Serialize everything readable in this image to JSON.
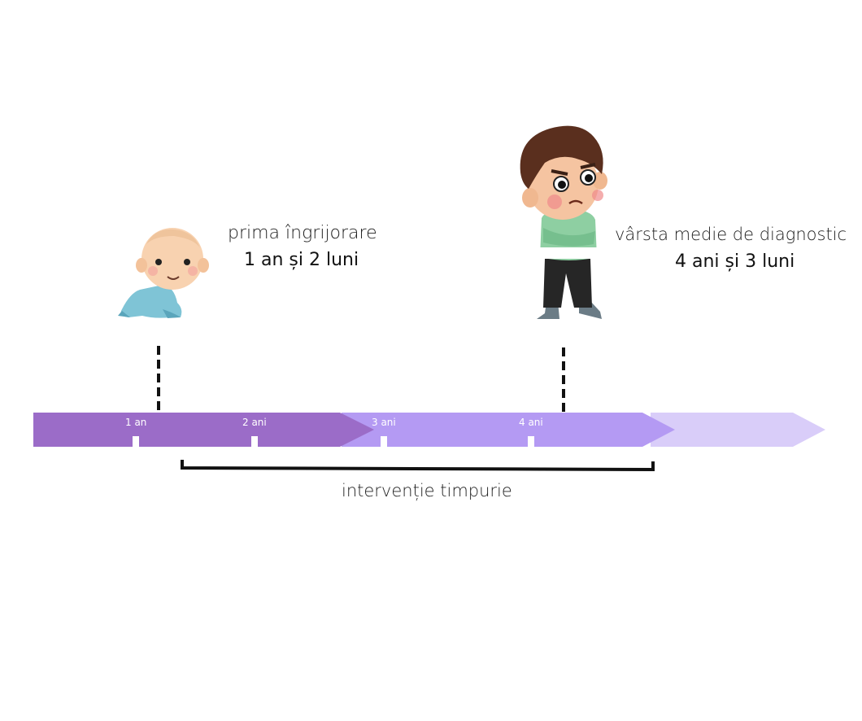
{
  "first_concern": {
    "label": "prima îngrijorare",
    "value": "1 an și 2 luni"
  },
  "diagnosis": {
    "label": "vârsta medie de diagnostic",
    "value": "4 ani și 3 luni"
  },
  "timeline": {
    "ticks": [
      "1 an",
      "2 ani",
      "3 ani",
      "4 ani"
    ],
    "bracket_label": "intervenție timpurie",
    "colors": {
      "segment1": "#9b6cc8",
      "segment2": "#b49af3",
      "segment3": "#d9cdf9"
    }
  }
}
